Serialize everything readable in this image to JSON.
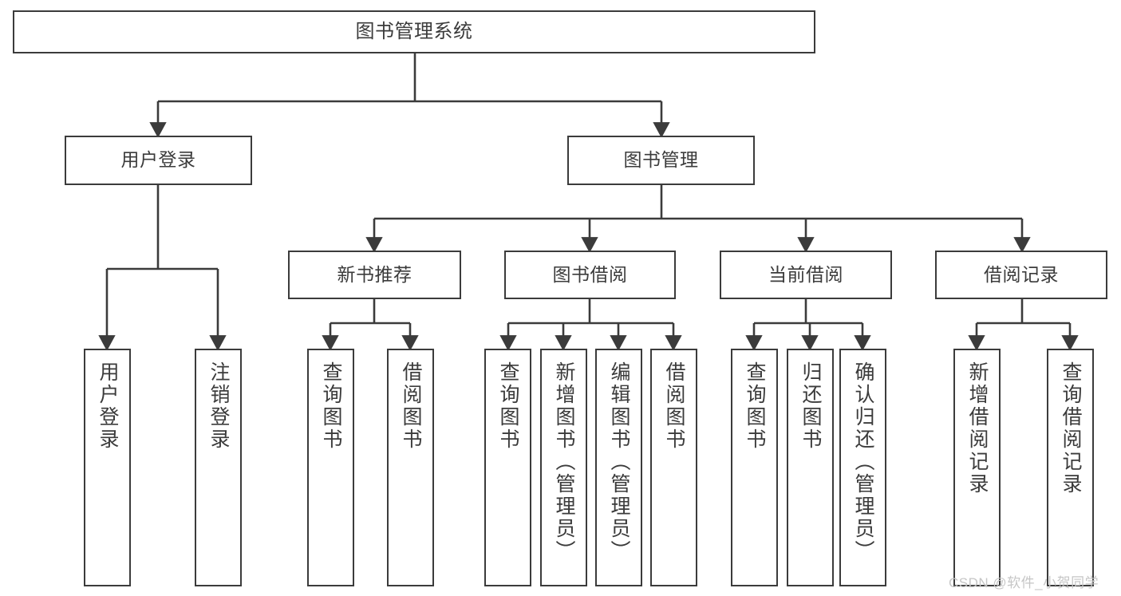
{
  "diagram": {
    "type": "tree-flowchart",
    "title": "图书管理系统",
    "colors": {
      "background": "#ffffff",
      "box_border": "#3b3b3b",
      "text": "#3b3b3b",
      "connector": "#3b3b3b",
      "watermark": "#c6c6c6"
    },
    "nodes": {
      "root": {
        "label": "图书管理系统"
      },
      "level2": [
        {
          "label": "用户登录"
        },
        {
          "label": "图书管理"
        }
      ],
      "level3": [
        {
          "label": "新书推荐"
        },
        {
          "label": "图书借阅"
        },
        {
          "label": "当前借阅"
        },
        {
          "label": "借阅记录"
        }
      ],
      "leaves": {
        "user_login": [
          {
            "label": "用户登录"
          },
          {
            "label": "注销登录"
          }
        ],
        "new_book_recommend": [
          {
            "label": "查询图书"
          },
          {
            "label": "借阅图书"
          }
        ],
        "book_borrow": [
          {
            "label": "查询图书"
          },
          {
            "label": "新增图书（管理员）"
          },
          {
            "label": "编辑图书（管理员）"
          },
          {
            "label": "借阅图书"
          }
        ],
        "current_borrow": [
          {
            "label": "查询图书"
          },
          {
            "label": "归还图书"
          },
          {
            "label": "确认归还（管理员）"
          }
        ],
        "borrow_record": [
          {
            "label": "新增借阅记录"
          },
          {
            "label": "查询借阅记录"
          }
        ]
      }
    }
  },
  "watermark": {
    "text": "CSDN @软件_小贺同学"
  }
}
